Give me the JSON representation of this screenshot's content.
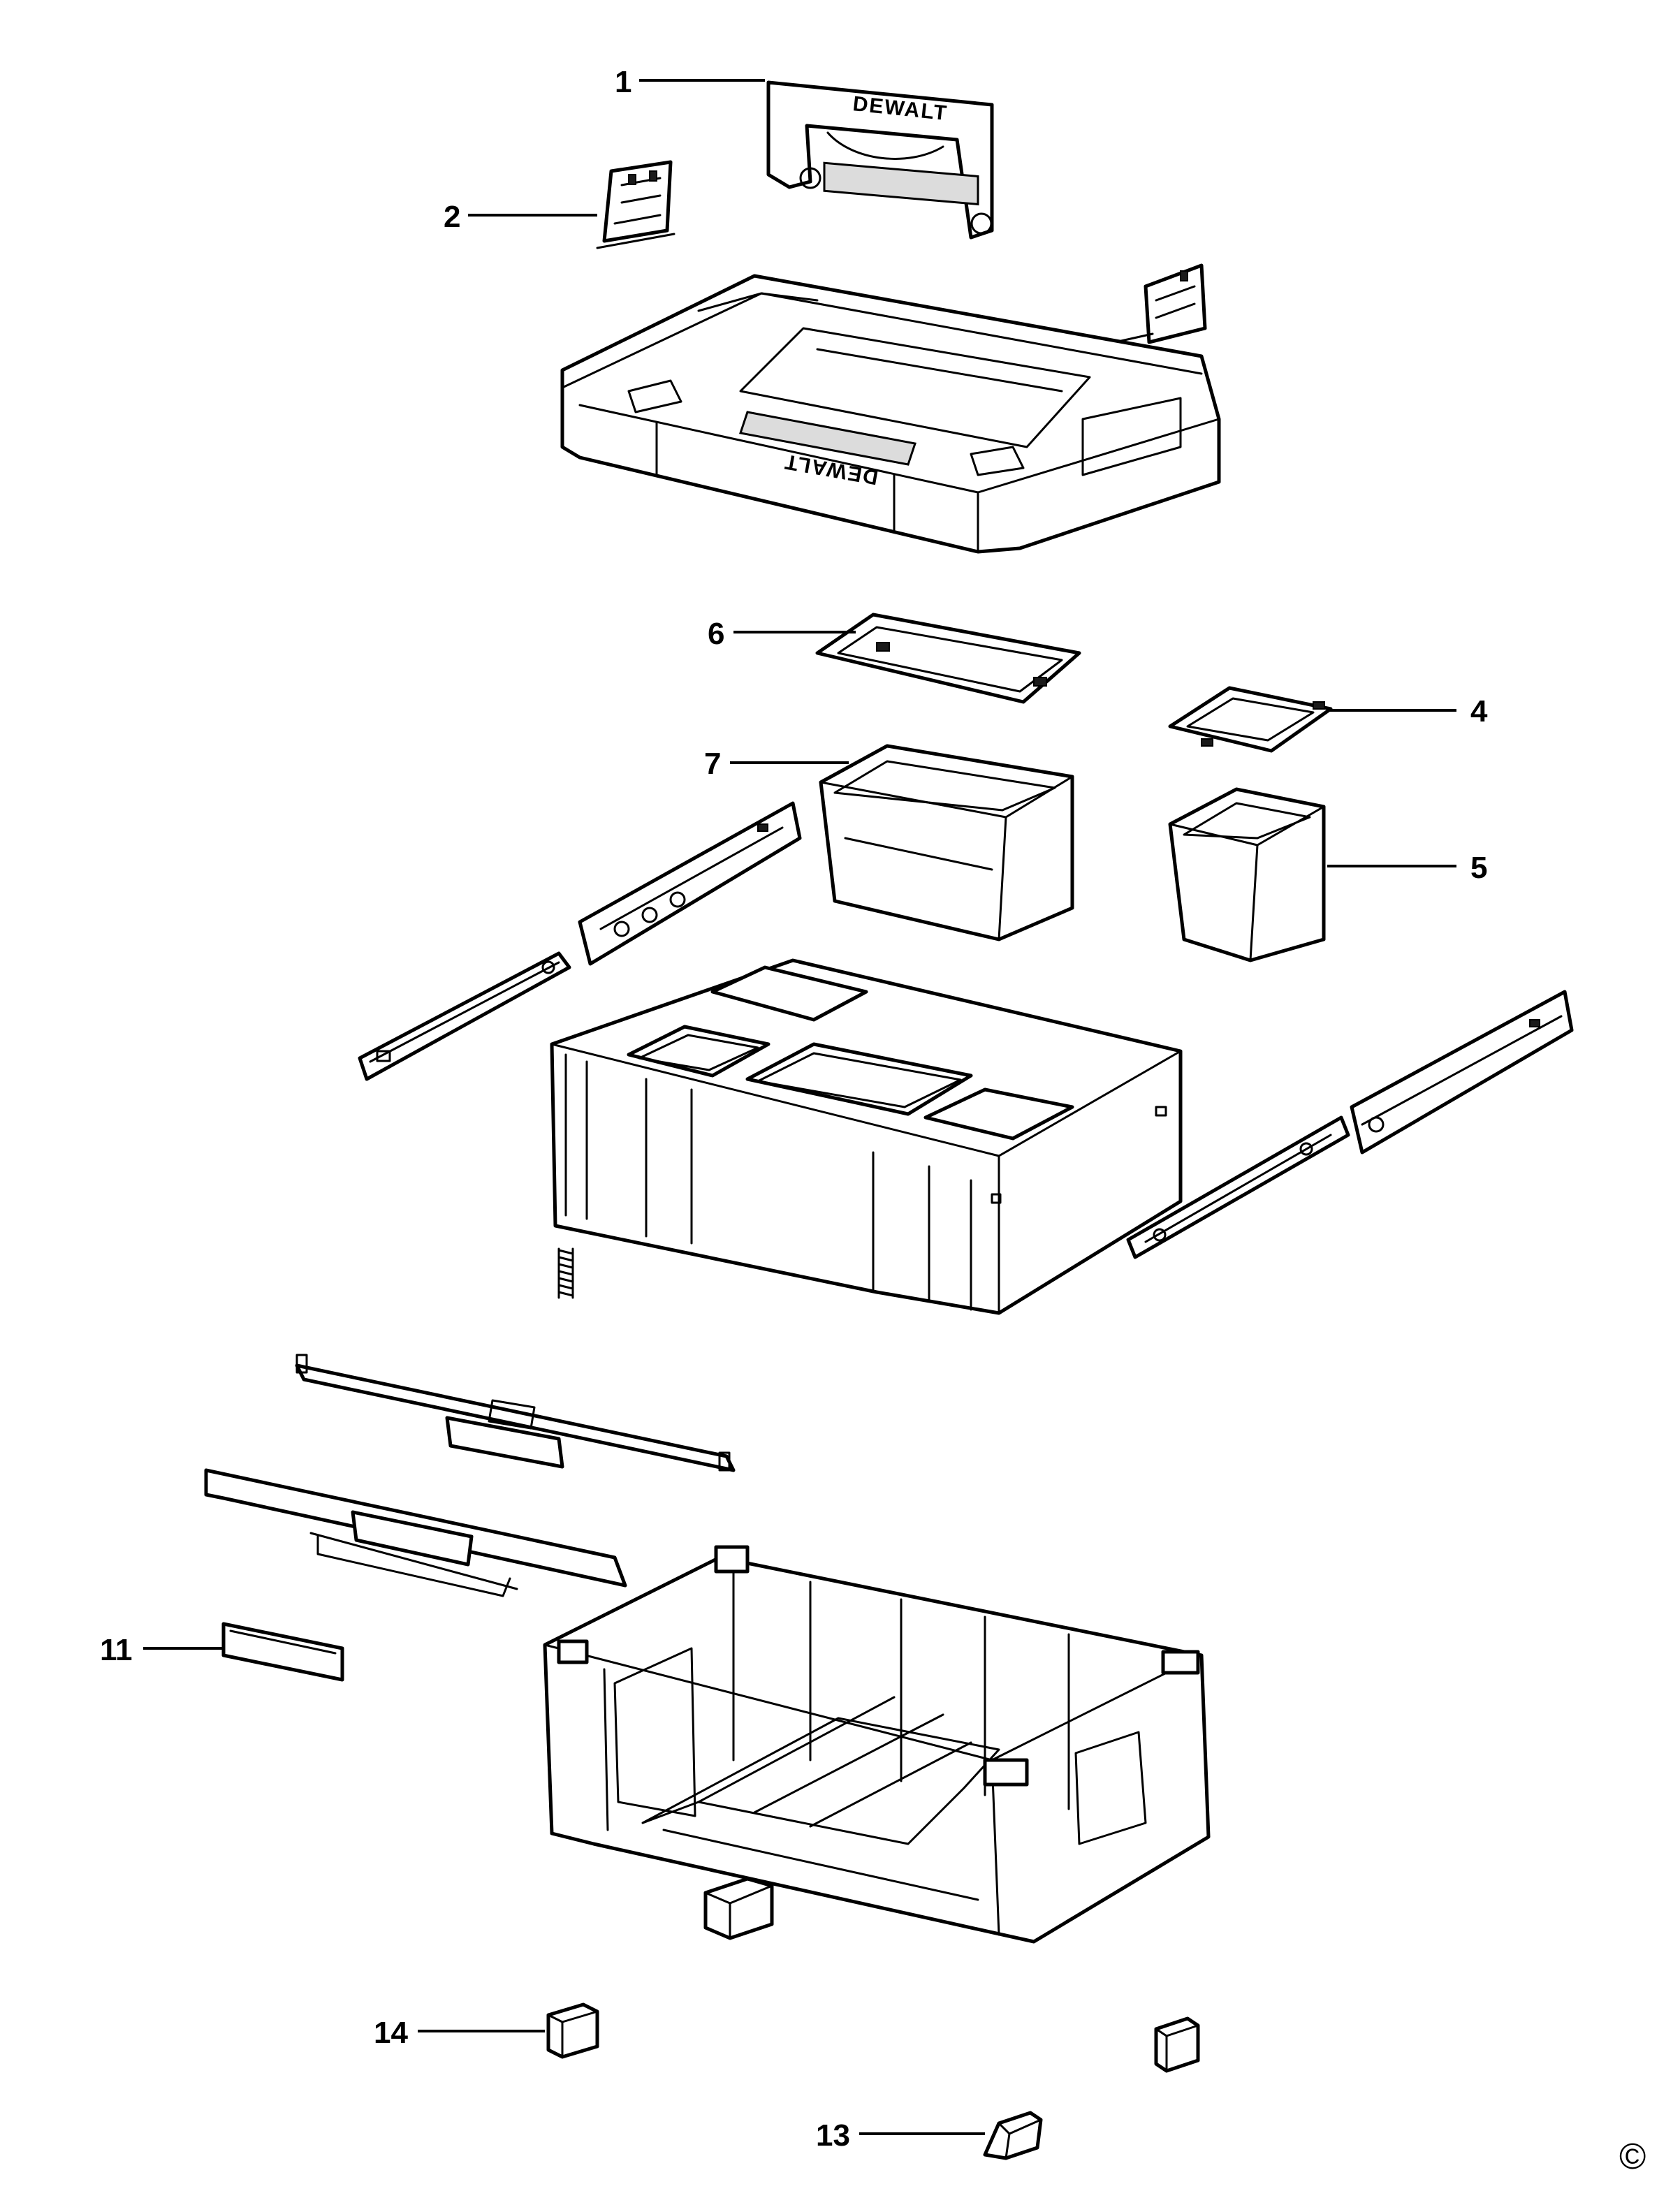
{
  "brand": "DEWALT",
  "copyright_symbol": "©",
  "callouts": {
    "c1": "1",
    "c2": "2",
    "c4": "4",
    "c5": "5",
    "c6": "6",
    "c7": "7",
    "c11": "11",
    "c13": "13",
    "c14": "14"
  }
}
